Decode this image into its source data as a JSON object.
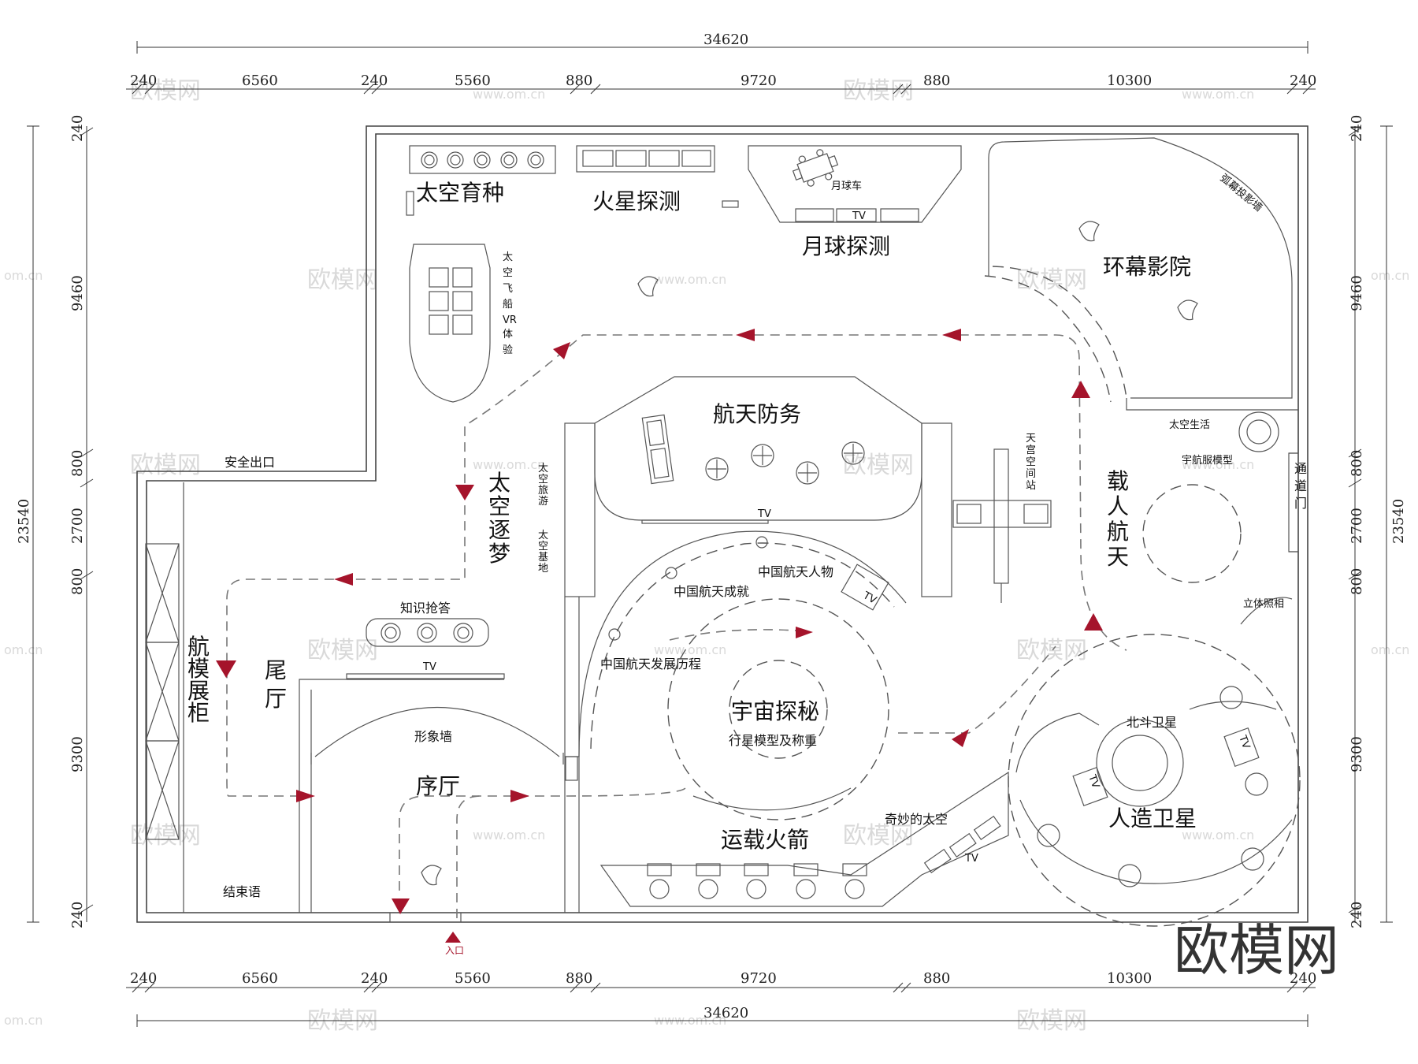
{
  "dims": {
    "total": "34620",
    "top_segments": [
      "240",
      "6560",
      "240",
      "5560",
      "880",
      "9720",
      "880",
      "10300",
      "240"
    ],
    "bottom_segments": [
      "240",
      "6560",
      "240",
      "5560",
      "880",
      "9720",
      "880",
      "10300",
      "240"
    ],
    "height_total": "23540",
    "left_segments": [
      "240",
      "9460",
      "800",
      "2700",
      "800",
      "9300",
      "240"
    ],
    "right_segments": [
      "240",
      "9460",
      "800",
      "2700",
      "800",
      "9300",
      "240"
    ]
  },
  "zones": {
    "space_breeding": "太空育种",
    "mars": "火星探测",
    "moon": "月球探测",
    "moon_rover": "月球车",
    "cinema": "环幕影院",
    "arc_wall": "弧幕投影墙",
    "vr_ship": [
      "太",
      "空",
      "飞",
      "船",
      "VR",
      "体",
      "验"
    ],
    "defense": "航天防务",
    "space_station": [
      "天",
      "宫",
      "空",
      "间",
      "站"
    ],
    "crewed": [
      "载",
      "人",
      "航",
      "天"
    ],
    "space_life": "太空生活",
    "suit_model": "宇航服模型",
    "passage_door": [
      "通",
      "道",
      "门"
    ],
    "stereo_photo": "立体照相",
    "dream": [
      "太",
      "空",
      "逐",
      "梦"
    ],
    "tourism": [
      "太",
      "空",
      "旅",
      "游"
    ],
    "base": [
      "太",
      "空",
      "基",
      "地"
    ],
    "safety_exit": "安全出口",
    "quiz": "知识抢答",
    "model_cabinet": [
      "航",
      "模",
      "展",
      "柜"
    ],
    "tail_hall": [
      "尾",
      "厅"
    ],
    "people": "中国航天人物",
    "achieve": "中国航天成就",
    "history": "中国航天发展历程",
    "universe": "宇宙探秘",
    "planet": "行星模型及称重",
    "image_wall": "形象墙",
    "prelude": "序厅",
    "rocket": "运载火箭",
    "wonder": "奇妙的太空",
    "beidou": "北斗卫星",
    "satellite": "人造卫星",
    "ending": "结束语",
    "entrance": "入口",
    "tv": "TV"
  },
  "watermark": {
    "brand": "欧模网",
    "url": "www.om.cn",
    "short": "om.cn"
  },
  "colors": {
    "route_arrow": "#a5142b",
    "wall": "#444444",
    "watermark": "#d9d9d9"
  }
}
